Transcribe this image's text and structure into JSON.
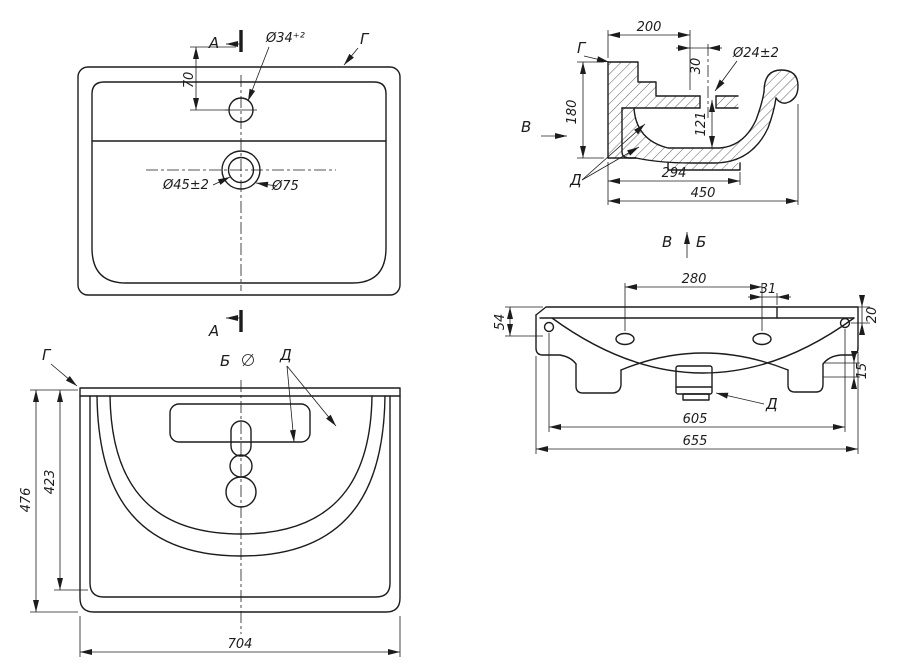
{
  "title": "Washbasin technical drawing",
  "colors": {
    "background": "#ffffff",
    "line": "#1c1c1c"
  },
  "views": {
    "plan": {
      "section_mark_top": "А",
      "section_mark_bottom": "А",
      "face": "Г",
      "dims": {
        "offset_70": "70",
        "hole_top": "Ø34⁺²",
        "drain_inner": "Ø45±2",
        "drain_outer": "Ø75"
      }
    },
    "section_bb": {
      "face": "Г",
      "view_dir": "В",
      "walls": "Д",
      "marker_v": "В",
      "marker_b": "Б",
      "dims": {
        "w200": "200",
        "w30": "30",
        "hole": "Ø24±2",
        "d121": "121",
        "h180": "180",
        "w294": "294",
        "w450": "450"
      }
    },
    "view_b": {
      "face": "Г",
      "marker": "Б",
      "walls": "Д",
      "dims": {
        "h423": "423",
        "h476": "476",
        "w704": "704"
      }
    },
    "view_v": {
      "walls": "Д",
      "dims": {
        "w280": "280",
        "w31": "31",
        "h20": "20",
        "h54": "54",
        "h15": "15",
        "w605": "605",
        "w655": "655"
      }
    }
  }
}
